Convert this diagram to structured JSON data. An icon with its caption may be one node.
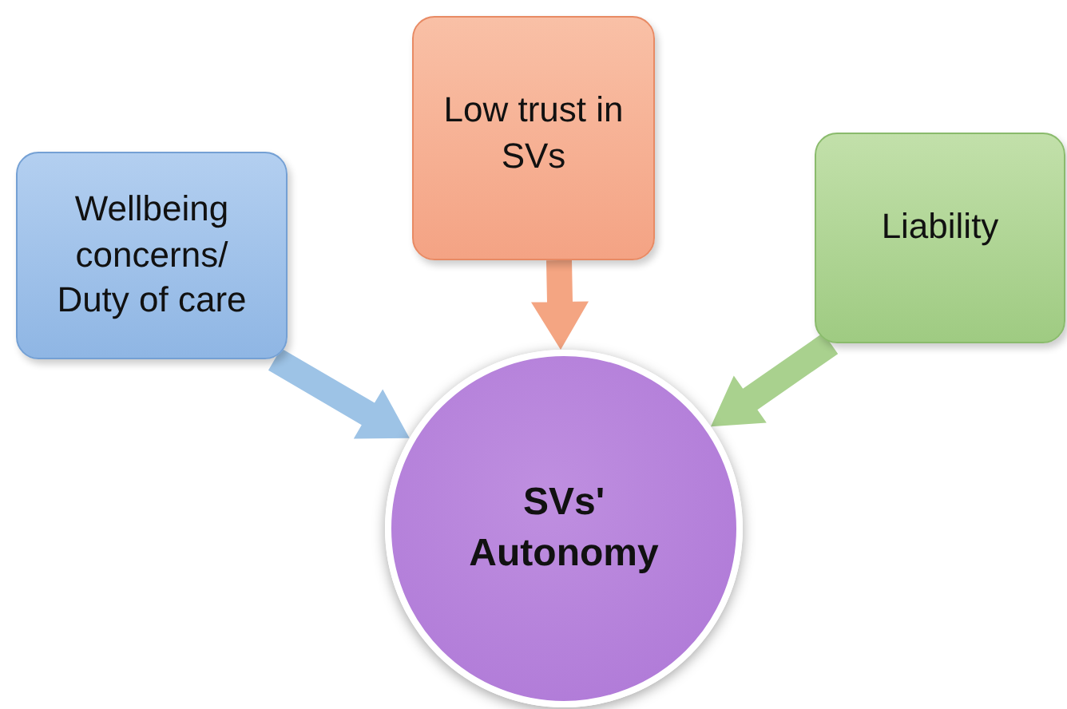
{
  "diagram": {
    "nodes": [
      {
        "text": [
          "Wellbeing concerns/ Duty of care"
        ]
      },
      {
        "text": [
          "Low trust in SVs"
        ]
      },
      {
        "text": [
          "Liability"
        ]
      },
      {
        "text": [
          "SVs' Autonomy"
        ]
      }
    ],
    "edges": [
      {
        "from": 0,
        "to": 3,
        "arrow": "to",
        "style": "thick",
        "color": "#9dc3e6"
      },
      {
        "from": 1,
        "to": 3,
        "arrow": "to",
        "style": "thick",
        "color": "#f4a582"
      },
      {
        "from": 2,
        "to": 3,
        "arrow": "to",
        "style": "thick",
        "color": "#a9d18e"
      }
    ]
  }
}
